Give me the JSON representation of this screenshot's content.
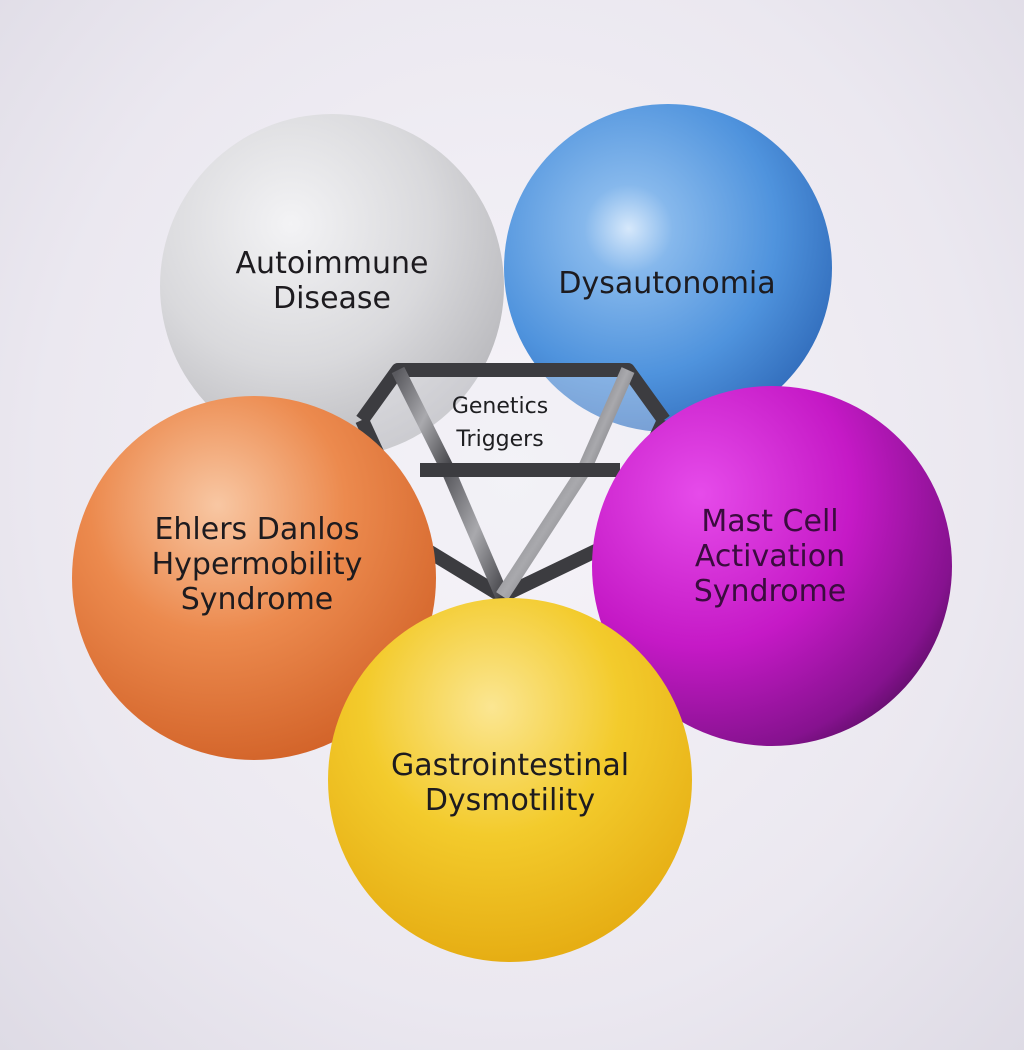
{
  "diagram": {
    "center": {
      "lines": [
        "Genetics",
        "Triggers"
      ]
    },
    "spheres": [
      {
        "id": "autoimmune",
        "lines": [
          "Autoimmune",
          "Disease"
        ],
        "color": "#d9d9dc"
      },
      {
        "id": "dysautonomia",
        "lines": [
          "Dysautonomia"
        ],
        "color": "#4f93dd"
      },
      {
        "id": "ehlers",
        "lines": [
          "Ehlers Danlos",
          "Hypermobility",
          "Syndrome"
        ],
        "color": "#ec8a4e"
      },
      {
        "id": "mast",
        "lines": [
          "Mast Cell",
          "Activation",
          "Syndrome"
        ],
        "color": "#c519c6"
      },
      {
        "id": "gi",
        "lines": [
          "Gastrointestinal",
          "Dysmotility"
        ],
        "color": "#f3cb2c"
      }
    ]
  }
}
